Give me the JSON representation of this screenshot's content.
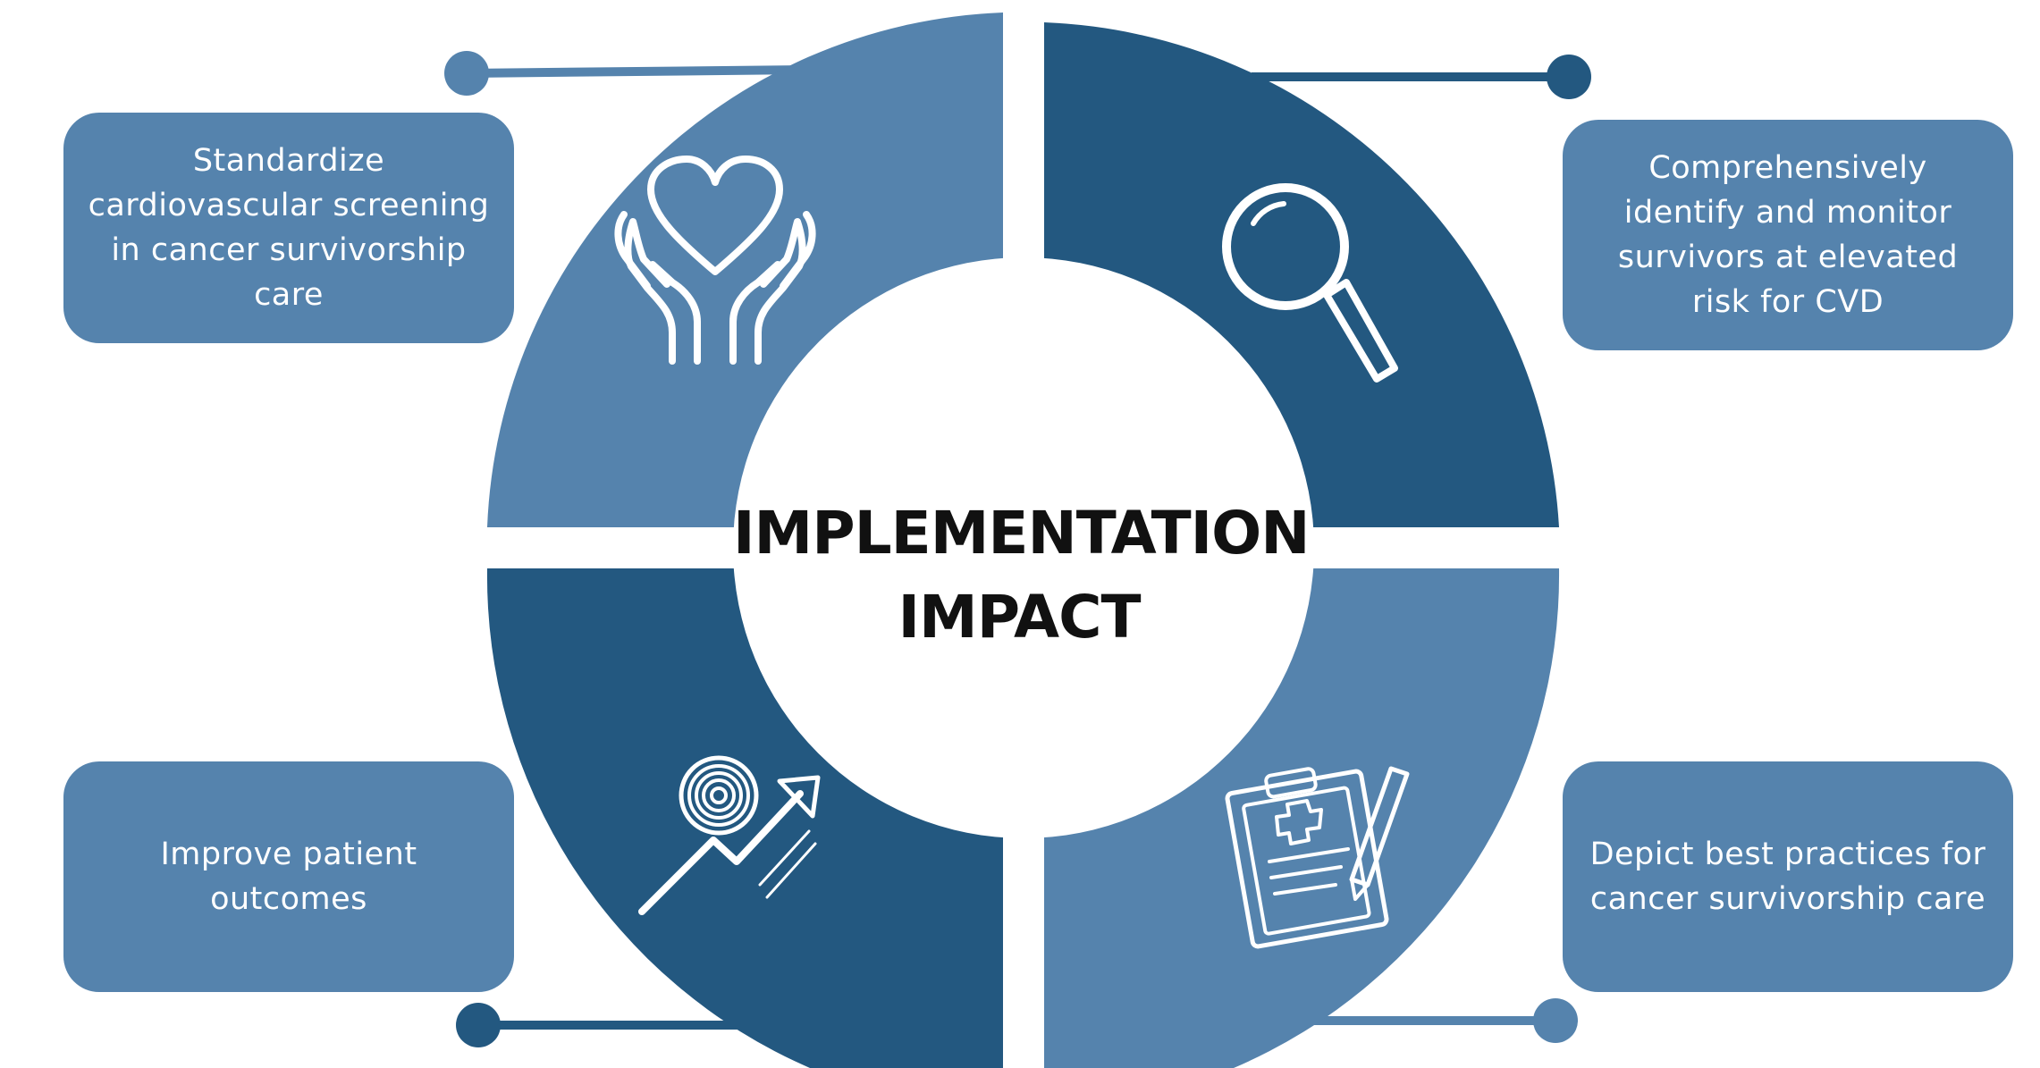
{
  "title": {
    "line1": "IMPLEMENTATION",
    "line2": "IMPACT"
  },
  "quadrants": [
    {
      "position": "top-left",
      "text": "Standardize cardiovascular screening in cancer survivorship care",
      "icon": "heart-in-hands-icon",
      "color": "#5583AD"
    },
    {
      "position": "top-right",
      "text": "Comprehensively identify and monitor survivors at elevated risk for CVD",
      "icon": "magnifying-glass-icon",
      "color": "#235880"
    },
    {
      "position": "bottom-left",
      "text": "Improve patient outcomes",
      "icon": "target-arrow-icon",
      "color": "#235880"
    },
    {
      "position": "bottom-right",
      "text": "Depict best practices for cancer survivorship care",
      "icon": "clipboard-pen-icon",
      "color": "#5583AD"
    }
  ],
  "colors": {
    "light": "#5583AD",
    "dark": "#235880",
    "box": "#5583AD",
    "title": "#111111",
    "background": "#FFFFFF"
  }
}
